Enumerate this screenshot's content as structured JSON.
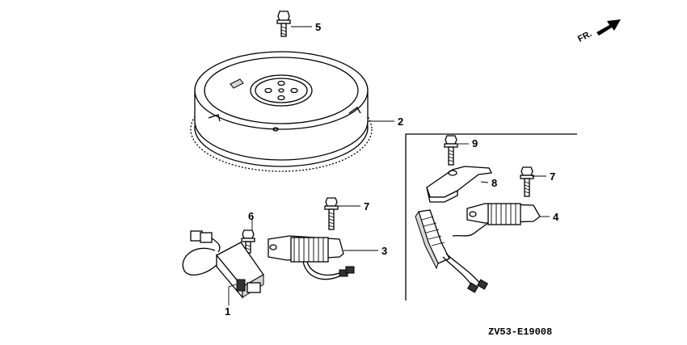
{
  "diagram_code": "ZV53-E19008",
  "front_label": "FR.",
  "callouts": {
    "c1": "1",
    "c2": "2",
    "c3": "3",
    "c4": "4",
    "c5": "5",
    "c6": "6",
    "c7a": "7",
    "c7b": "7",
    "c8": "8",
    "c9": "9"
  }
}
